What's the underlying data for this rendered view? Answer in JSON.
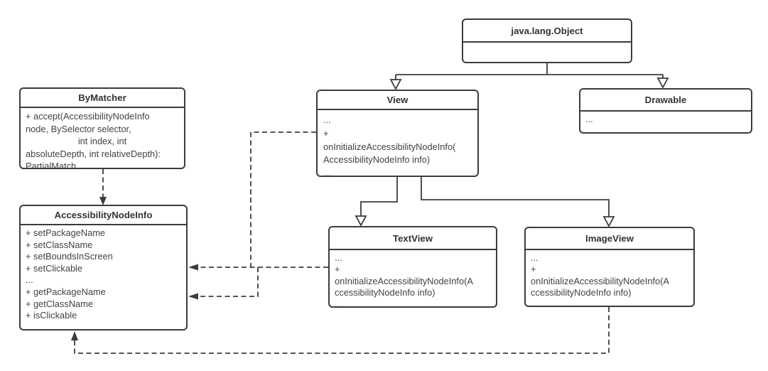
{
  "diagram": {
    "type": "uml-class-diagram",
    "classes": {
      "object": {
        "title": "java.lang.Object",
        "lines": []
      },
      "bymatcher": {
        "title": "ByMatcher",
        "lines": [
          "+ accept(AccessibilityNodeInfo",
          "node, BySelector selector,",
          "int index, int",
          "absoluteDepth, int relativeDepth):",
          "PartialMatch"
        ]
      },
      "ani": {
        "title": "AccessibilityNodeInfo",
        "lines": [
          "+ setPackageName",
          "+ setClassName",
          "+ setBoundsInScreen",
          "+ setClickable",
          "...",
          "+ getPackageName",
          "+ getClassName",
          "+ isClickable",
          "..."
        ]
      },
      "view": {
        "title": "View",
        "lines": [
          "...",
          "+",
          "onInitializeAccessibilityNodeInfo(",
          "AccessibilityNodeInfo info)",
          "..."
        ]
      },
      "drawable": {
        "title": "Drawable",
        "lines": [
          "..."
        ]
      },
      "textview": {
        "title": "TextView",
        "lines": [
          "...",
          "+",
          "onInitializeAccessibilityNodeInfo(A",
          "ccessibilityNodeInfo info)",
          "..."
        ]
      },
      "imageview": {
        "title": "ImageView",
        "lines": [
          "...",
          "+",
          "onInitializeAccessibilityNodeInfo(A",
          "ccessibilityNodeInfo info)",
          "..."
        ]
      }
    },
    "relations": [
      {
        "type": "inheritance",
        "from": "View",
        "to": "java.lang.Object"
      },
      {
        "type": "inheritance",
        "from": "Drawable",
        "to": "java.lang.Object"
      },
      {
        "type": "inheritance",
        "from": "TextView",
        "to": "View"
      },
      {
        "type": "inheritance",
        "from": "ImageView",
        "to": "View"
      },
      {
        "type": "dependency",
        "from": "ByMatcher",
        "to": "AccessibilityNodeInfo"
      },
      {
        "type": "dependency",
        "from": "View",
        "to": "AccessibilityNodeInfo"
      },
      {
        "type": "dependency",
        "from": "TextView",
        "to": "AccessibilityNodeInfo"
      },
      {
        "type": "dependency",
        "from": "ImageView",
        "to": "AccessibilityNodeInfo"
      }
    ],
    "colors": {
      "stroke": "#3c3c3c",
      "text": "#424242",
      "background": "#ffffff"
    }
  }
}
